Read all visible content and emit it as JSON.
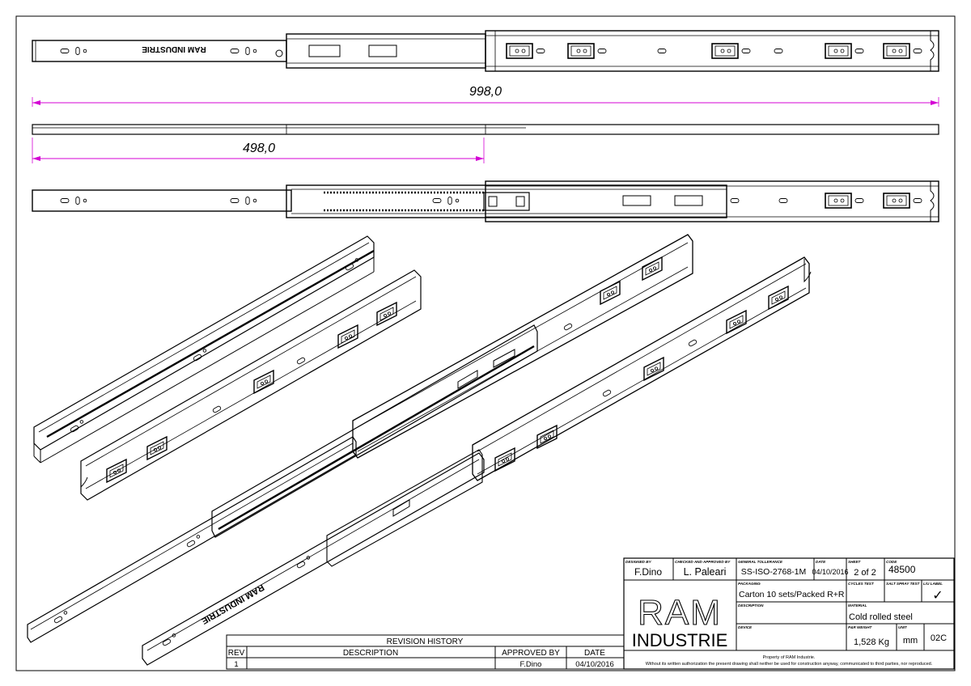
{
  "dimensions": {
    "overall": "998,0",
    "closed": "498,0"
  },
  "rail_engraving": "RAM INDUSTRIE",
  "revision_history": {
    "title": "REVISION HISTORY",
    "headers": {
      "rev": "REV",
      "description": "DESCRIPTION",
      "approved_by": "APPROVED BY",
      "date": "DATE"
    },
    "rows": [
      {
        "rev": "1",
        "description": "",
        "approved_by": "F.Dino",
        "date": "04/10/2016"
      }
    ]
  },
  "title_block": {
    "designed_by": {
      "label": "DESIGNED BY",
      "value": "F.Dino"
    },
    "checked_by": {
      "label": "CHECKED AND APPROVED BY",
      "value": "L. Paleari"
    },
    "tolerance": {
      "label": "GENERAL TOLLERANCE",
      "value": "SS-ISO-2768-1M"
    },
    "date": {
      "label": "DATE",
      "value": "04/10/2016"
    },
    "sheet": {
      "label": "SHEET",
      "value": "2 of 2"
    },
    "code": {
      "label": "CODE",
      "value": "48500"
    },
    "packaging": {
      "label": "PACKAGING",
      "value": "Carton 10 sets/Packed R+R"
    },
    "cycles_test": {
      "label": "CYCLES TEST",
      "value": ""
    },
    "salt_spray_test": {
      "label": "SALT SPRAY TEST",
      "value": ""
    },
    "ul_label": {
      "label": "L/U LABEL",
      "value": "✓"
    },
    "description": {
      "label": "DESCRIPTION",
      "value": ""
    },
    "material": {
      "label": "MATERIAL",
      "value": "Cold rolled steel"
    },
    "device": {
      "label": "DEVICE",
      "value": ""
    },
    "weight": {
      "label": "P&R WEIGHT",
      "value": "1,528 Kg"
    },
    "unit": {
      "label": "UNIT",
      "value": "mm"
    },
    "revision_code": {
      "value": "02C"
    },
    "logo_top": "RAM",
    "logo_bottom": "INDUSTRIE",
    "property_line": "Property of RAM Industrie.",
    "notice": "Without its written authorization the present drawing shall neither be used for construction anyway, communicated to third parties, nor reproduced."
  },
  "colors": {
    "line": "#000000",
    "dimension": "#d400d4",
    "paper": "#ffffff"
  }
}
